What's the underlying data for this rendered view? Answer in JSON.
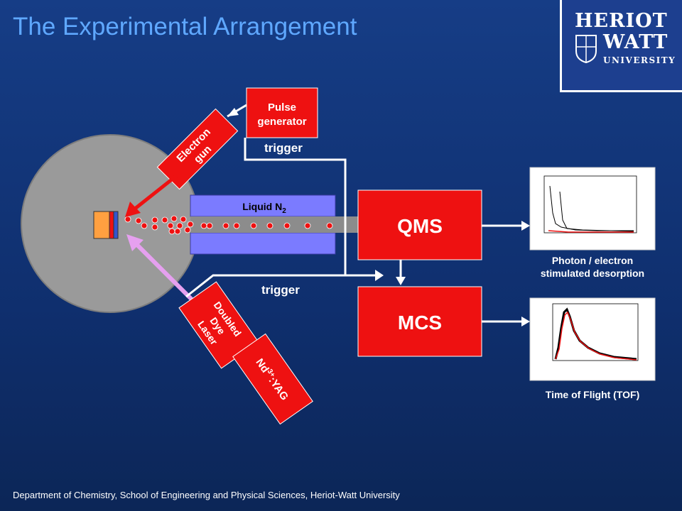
{
  "slide": {
    "title": "The Experimental Arrangement",
    "footer": "Department of Chemistry, School of Engineering and Physical Sciences, Heriot-Watt University"
  },
  "logo": {
    "line1": "HERIOT",
    "line2": "WATT",
    "line3": "UNIVERSITY"
  },
  "diagram": {
    "pulse_generator": [
      "Pulse",
      "generator"
    ],
    "electron_gun": [
      "Electron",
      "gun"
    ],
    "liquid_n2": "Liquid N",
    "liquid_n2_sub": "2",
    "trigger_top": "trigger",
    "trigger_bottom": "trigger",
    "qms": "QMS",
    "mcs": "MCS",
    "dye_laser": [
      "Doubled",
      "Dye",
      "Laser"
    ],
    "yag": "Nd",
    "yag_sup": "3+",
    "yag_rest": ":YAG",
    "psd_caption": [
      "Photon / electron",
      "stimulated desorption"
    ],
    "tof_caption": "Time of Flight (TOF)"
  },
  "colors": {
    "red": "#ee1111",
    "accent_title": "#5fa8ff",
    "chamber": "#9a9a9a",
    "laser": "#e6a0f0",
    "n2": "#7b7bff"
  }
}
